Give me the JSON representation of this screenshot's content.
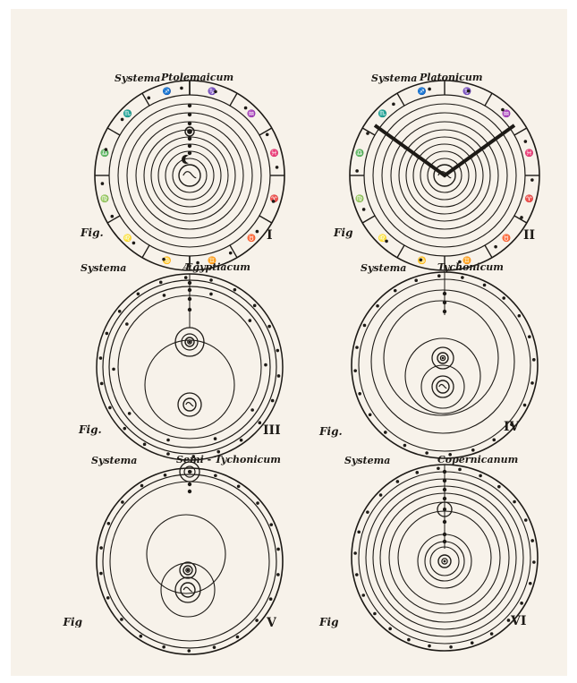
{
  "plate": {
    "figures": [
      {
        "system_label": "Systema",
        "name": "Ptolemaicum",
        "fig_label": "Fig.",
        "numeral": "I"
      },
      {
        "system_label": "Systema",
        "name": "Platonicum",
        "fig_label": "Fig",
        "numeral": "II"
      },
      {
        "system_label": "Systema",
        "name": "Ægyptiacum",
        "fig_label": "Fig.",
        "numeral": "III"
      },
      {
        "system_label": "Systema",
        "name": "Tychonicum",
        "fig_label": "Fig.",
        "numeral": "IV"
      },
      {
        "system_label": "Systema",
        "name": "Semi - Tychonicum",
        "fig_label": "Fig",
        "numeral": "V"
      },
      {
        "system_label": "Systema",
        "name": "Copernicanum",
        "fig_label": "Fig",
        "numeral": "VI"
      }
    ]
  },
  "colors": {
    "ink": "#1d1a16",
    "paper": "#f7f2ea"
  }
}
